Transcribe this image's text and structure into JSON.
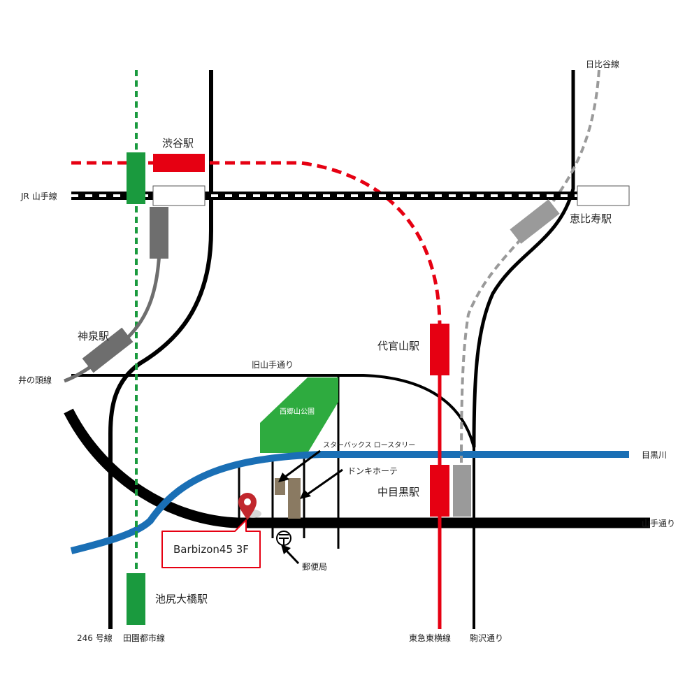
{
  "stations": {
    "shibuya": "渋谷駅",
    "ebisu": "恵比寿駅",
    "shinsen": "神泉駅",
    "daikanyama": "代官山駅",
    "nakameguro": "中目黒駅",
    "ikejiri": "池尻大橋駅"
  },
  "lines": {
    "jr_yamanote": "JR 山手線",
    "hibiya": "日比谷線",
    "inokashira": "井の頭線",
    "route246": "246 号線",
    "denentoshi": "田園都市線",
    "toyoko": "東急東横線",
    "komazawa": "駒沢通り"
  },
  "roads": {
    "kyu_yamate": "旧山手通り",
    "yamate": "山手通り"
  },
  "landmarks": {
    "park": "西郷山公園",
    "river": "目黒川",
    "starbucks": "スターバックス ロースタリー",
    "donki": "ドンキホーテ",
    "post_office": "郵便局"
  },
  "destination": {
    "label": "Barbizon45 3F"
  },
  "colors": {
    "toyoko": "#e60012",
    "denentoshi": "#1a9a3e",
    "hibiya": "#9a9a9a",
    "inokashira": "#6e6e6e",
    "river": "#1a6fb5",
    "park": "#2eab3f",
    "building": "#8a7a62",
    "pin": "#c1272d"
  }
}
